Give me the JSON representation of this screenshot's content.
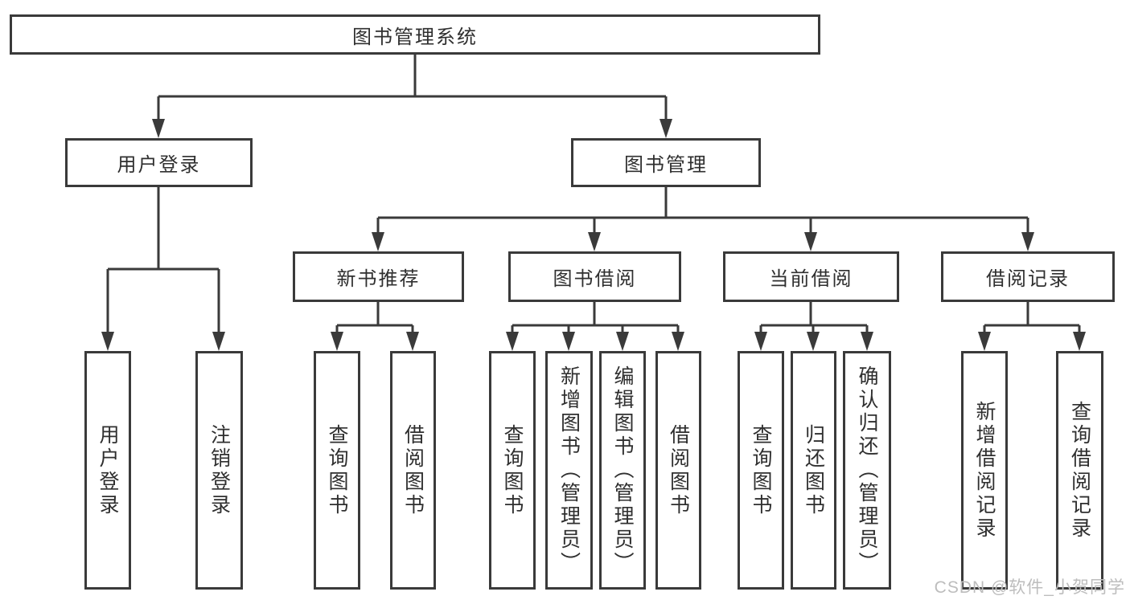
{
  "tree": {
    "label": "图书管理系统",
    "children": [
      {
        "label": "用户登录",
        "children": [
          {
            "label": "用户登录"
          },
          {
            "label": "注销登录"
          }
        ]
      },
      {
        "label": "图书管理",
        "children": [
          {
            "label": "新书推荐",
            "children": [
              {
                "label": "查询图书"
              },
              {
                "label": "借阅图书"
              }
            ]
          },
          {
            "label": "图书借阅",
            "children": [
              {
                "label": "查询图书"
              },
              {
                "label": "新增图书（管理员）"
              },
              {
                "label": "编辑图书（管理员）"
              },
              {
                "label": "借阅图书"
              }
            ]
          },
          {
            "label": "当前借阅",
            "children": [
              {
                "label": "查询图书"
              },
              {
                "label": "归还图书"
              },
              {
                "label": "确认归还（管理员）"
              }
            ]
          },
          {
            "label": "借阅记录",
            "children": [
              {
                "label": "新增借阅记录"
              },
              {
                "label": "查询借阅记录"
              }
            ]
          }
        ]
      }
    ]
  },
  "watermark": {
    "text": "CSDN @软件_小贺同学"
  },
  "colors": {
    "line": "#3a3a3a",
    "text": "#2f2f2f",
    "watermark": "#bdbdbd",
    "background": "#ffffff"
  }
}
